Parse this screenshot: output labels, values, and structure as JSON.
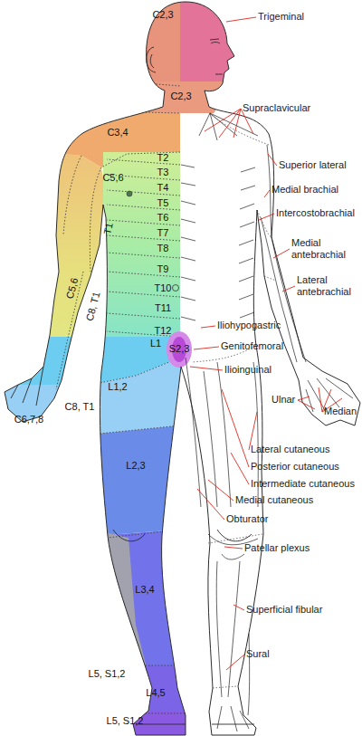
{
  "diagram": {
    "labels": [
      "C2,3",
      "Trigeminal",
      "C2,3",
      "Supraclavicular",
      "C3,4",
      "T2",
      "T3",
      "T4",
      "T5",
      "T6",
      "T7",
      "T8",
      "T9",
      "T10",
      "T11",
      "T12",
      "C5,6",
      "Superior lateral",
      "Medial brachial",
      "Intercostobrachial",
      "T1",
      "Medial antebrachial",
      "Lateral antebrachial",
      "C5,6",
      "C8, T1",
      "Iliohypogastric",
      "L1",
      "Genitofemoral",
      "S2,3",
      "Ilioinguinal",
      "L1,2",
      "Ulnar",
      "C8, T1",
      "Median",
      "C6,7,8",
      "Lateral cutaneous",
      "Posterior cutaneous",
      "L2,3",
      "Intermediate cutaneous",
      "Medial cutaneous",
      "Obturator",
      "Patellar plexus",
      "L3,4",
      "Superficial fibular",
      "Sural",
      "L5, S1,2",
      "L4,5",
      "L5, S1,2"
    ]
  }
}
